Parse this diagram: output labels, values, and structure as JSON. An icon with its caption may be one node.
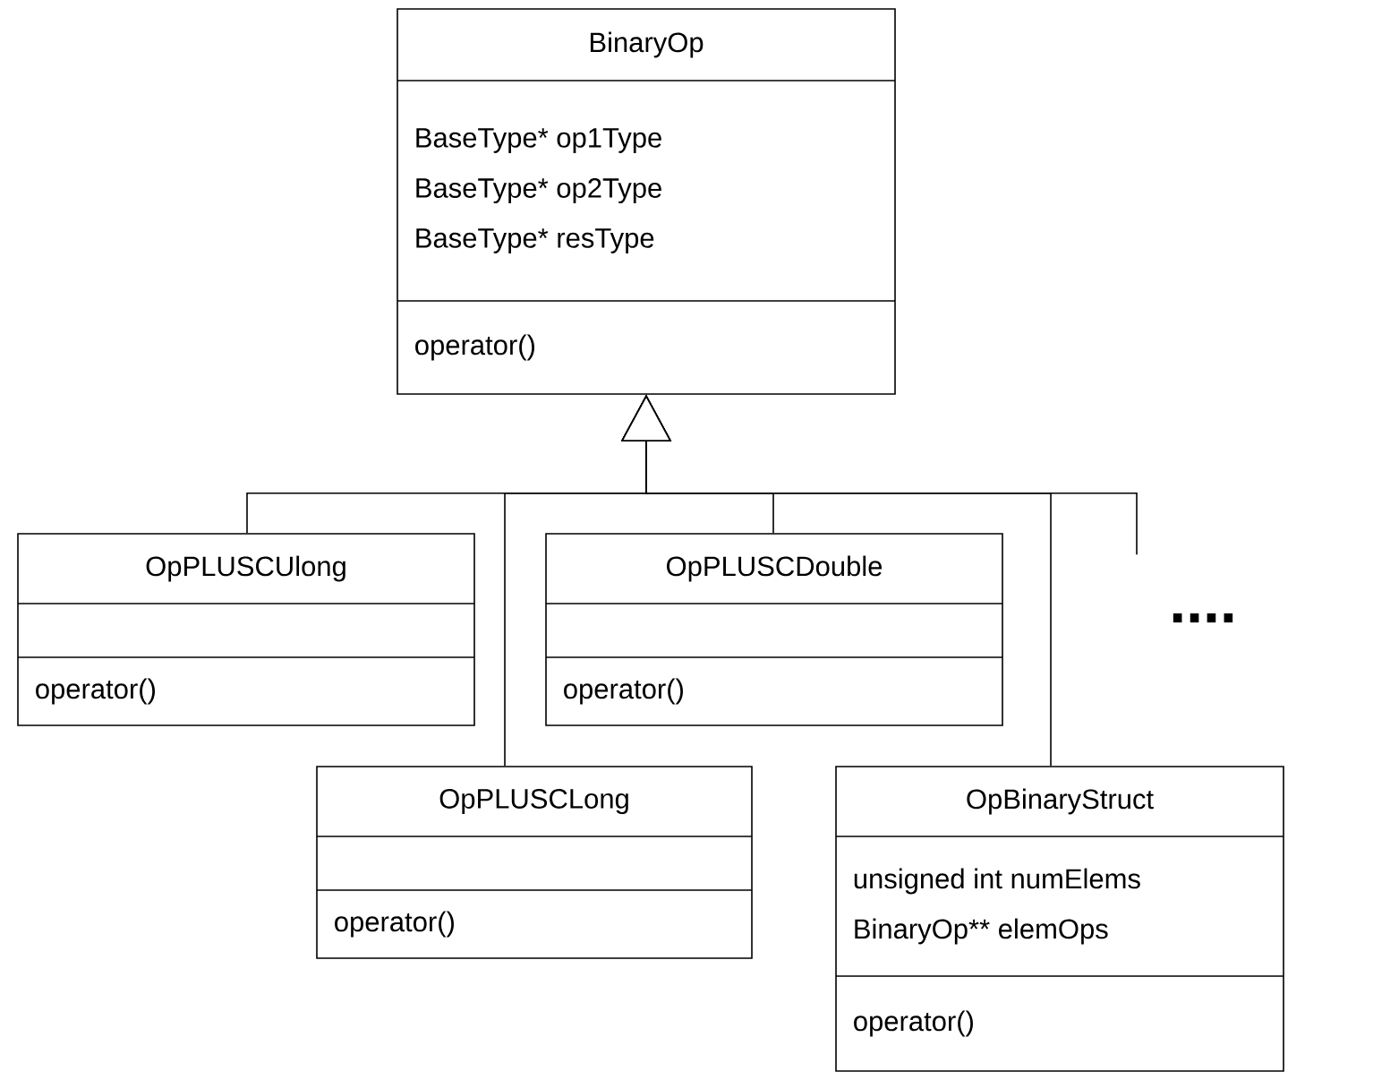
{
  "diagram": {
    "nodes": [
      {
        "text": [
          "BinaryOp",
          "BaseType* op1Type",
          "BaseType* op2Type",
          "BaseType* resType",
          "operator()"
        ]
      },
      {
        "text": [
          "OpPLUSCUlong",
          "operator()"
        ]
      },
      {
        "text": [
          "OpPLUSCDouble",
          "operator()"
        ]
      },
      {
        "text": [
          "OpPLUSCLong",
          "operator()"
        ]
      },
      {
        "text": [
          "OpBinaryStruct",
          "unsigned int numElems",
          "BinaryOp** elemOps",
          "operator()"
        ]
      },
      {
        "text": [
          "...."
        ]
      }
    ],
    "edges": [
      {
        "from": 1,
        "to": 0,
        "arrow": "to"
      },
      {
        "from": 3,
        "to": 0,
        "arrow": "to"
      },
      {
        "from": 2,
        "to": 0,
        "arrow": "to"
      },
      {
        "from": 4,
        "to": 0,
        "arrow": "to"
      },
      {
        "from": 5,
        "to": 0,
        "arrow": "to"
      }
    ]
  }
}
